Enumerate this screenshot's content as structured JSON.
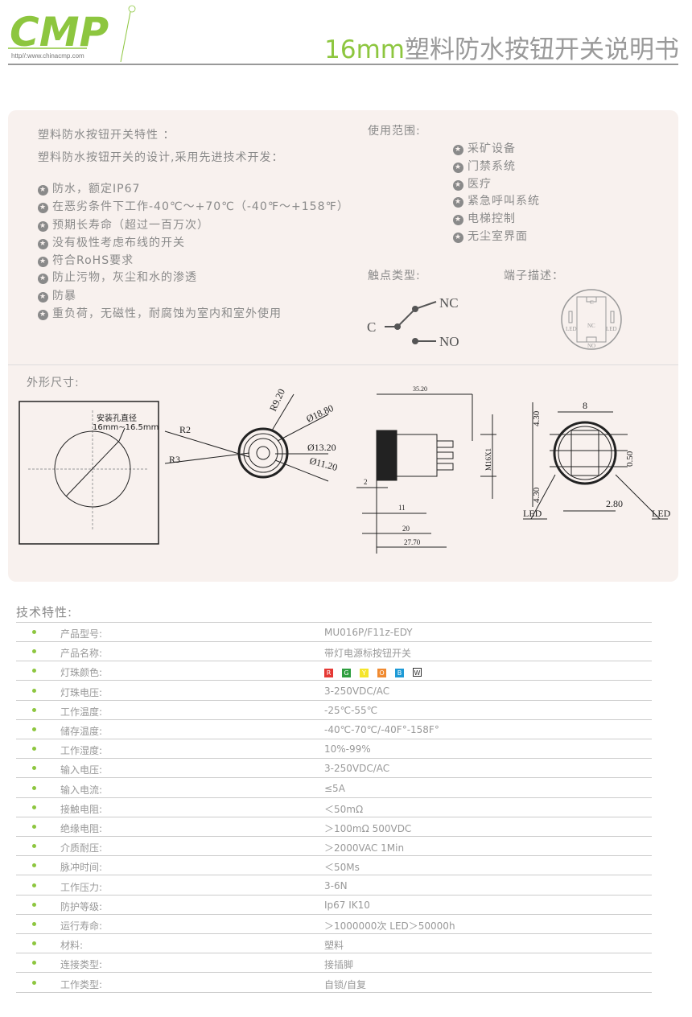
{
  "header": {
    "logo_text": "CMP",
    "logo_url": "http//:www.chinacmp.com",
    "title_prefix": "16mm",
    "title_rest": "塑料防水按钮开关说明书"
  },
  "features": {
    "heading": "塑料防水按钮开关特性 ：",
    "intro": "塑料防水按钮开关的设计,采用先进技术开发：",
    "items": [
      "防水，额定IP67",
      "在恶劣条件下工作-40℃～+70℃（-40℉～+158℉）",
      "预期长寿命（超过一百万次）",
      "没有极性考虑布线的开关",
      "符合RoHS要求",
      "防止污物，灰尘和水的渗透",
      "防暴",
      "重负荷，无磁性，耐腐蚀为室内和室外使用"
    ]
  },
  "usage": {
    "heading": "使用范围:",
    "items": [
      "采矿设备",
      "门禁系统",
      "医疗",
      "紧急呼叫系统",
      "电梯控制",
      "无尘室界面"
    ]
  },
  "contact": {
    "heading": "触点类型:",
    "nc": "NC",
    "c": "C",
    "no": "NO"
  },
  "terminal": {
    "heading": "端子描述：",
    "c": "C",
    "nc": "NC",
    "no": "NO",
    "led": "LED"
  },
  "dimensions": {
    "heading": "外形尺寸:",
    "hole_label": "安装孔直径",
    "hole_range": "16mm~16.5mm",
    "r2": "R2",
    "r3": "R3",
    "r920": "R9.20",
    "d1880": "Ø18.80",
    "d1320": "Ø13.20",
    "d1120": "Ø11.20",
    "l3520": "35.20",
    "m16": "M16X1",
    "l2": "2",
    "l11": "11",
    "l20": "20",
    "l2770": "27.70",
    "w8": "8",
    "h430a": "4.30",
    "h430b": "4.30",
    "h050": "0.50",
    "w280": "2.80",
    "led": "LED"
  },
  "tech": {
    "heading": "技术特性:",
    "rows": [
      {
        "label": "产品型号:",
        "value": "MU016P/F11z-EDY"
      },
      {
        "label": "产品名称:",
        "value": "带灯电源标按钮开关"
      },
      {
        "label": "灯珠颜色:",
        "value": ""
      },
      {
        "label": "灯珠电压:",
        "value": "3-250VDC/AC"
      },
      {
        "label": "工作温度:",
        "value": "-25℃-55℃"
      },
      {
        "label": "储存温度:",
        "value": "-40℃-70℃/-40F°-158F°"
      },
      {
        "label": "工作湿度:",
        "value": "10%-99%"
      },
      {
        "label": "输入电压:",
        "value": "3-250VDC/AC"
      },
      {
        "label": "输入电流:",
        "value": "≤5A"
      },
      {
        "label": "接触电阻:",
        "value": "＜50mΩ"
      },
      {
        "label": "绝缘电阻:",
        "value": "＞100mΩ   500VDC"
      },
      {
        "label": "介质耐压:",
        "value": "＞2000VAC  1Min"
      },
      {
        "label": "脉冲时间:",
        "value": "＜50Ms"
      },
      {
        "label": "工作压力:",
        "value": "3-6N"
      },
      {
        "label": "防护等级:",
        "value": "Ip67 IK10"
      },
      {
        "label": "运行寿命:",
        "value": "＞1000000次   LED＞50000h"
      },
      {
        "label": "材料:",
        "value": "塑料"
      },
      {
        "label": "连接类型:",
        "value": "接插脚"
      },
      {
        "label": "工作类型:",
        "value": "自锁/自复"
      }
    ],
    "colors": [
      {
        "letter": "R",
        "color": "#e53935"
      },
      {
        "letter": "G",
        "color": "#2e9e3f"
      },
      {
        "letter": "Y",
        "color": "#f5e52a"
      },
      {
        "letter": "O",
        "color": "#f08a30"
      },
      {
        "letter": "B",
        "color": "#1e9ad6"
      },
      {
        "letter": "W",
        "color": "#ffffff"
      }
    ]
  },
  "colors": {
    "accent": "#8dc63f"
  }
}
